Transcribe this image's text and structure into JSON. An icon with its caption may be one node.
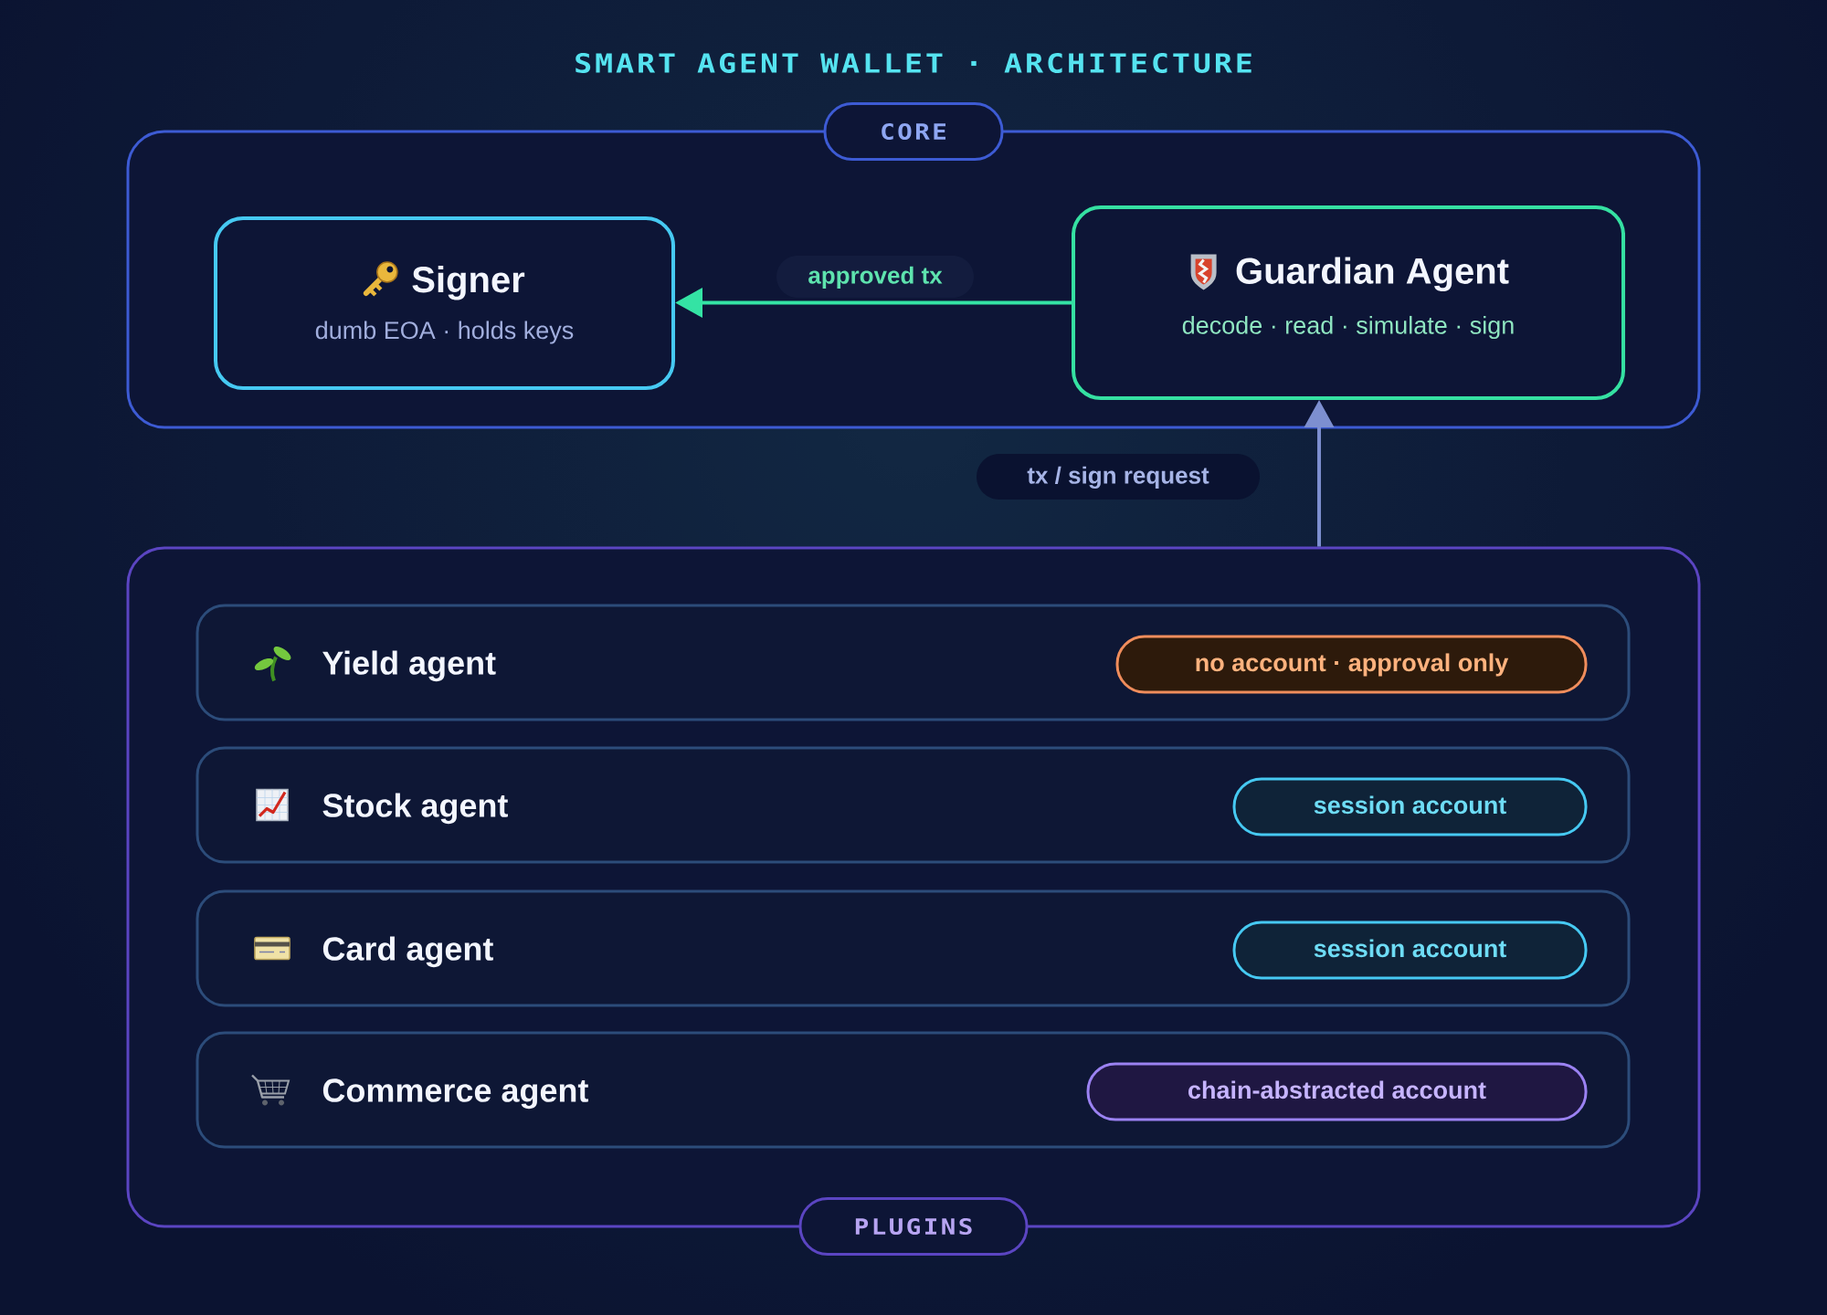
{
  "diagram": {
    "title": "SMART AGENT WALLET · ARCHITECTURE",
    "nodes": [
      {
        "text": [
          "CORE"
        ]
      },
      {
        "text": [
          "Signer",
          "dumb EOA · holds keys"
        ],
        "in": 0
      },
      {
        "text": [
          "Guardian Agent",
          "decode · read · simulate · sign"
        ],
        "in": 0
      },
      {
        "text": [
          "PLUGINS"
        ]
      },
      {
        "text": [
          "Yield agent"
        ],
        "in": 3
      },
      {
        "text": [
          "no account · approval only"
        ],
        "in": 4
      },
      {
        "text": [
          "Stock agent"
        ],
        "in": 3
      },
      {
        "text": [
          "session account"
        ],
        "in": 6
      },
      {
        "text": [
          "Card agent"
        ],
        "in": 3
      },
      {
        "text": [
          "session account"
        ],
        "in": 8
      },
      {
        "text": [
          "Commerce agent"
        ],
        "in": 3
      },
      {
        "text": [
          "chain-abstracted account"
        ],
        "in": 10
      }
    ],
    "edges": [
      {
        "from": 2,
        "to": 1,
        "arrow": "to",
        "label": "approved tx",
        "color": "#34e3a4"
      },
      {
        "from": 3,
        "to": 2,
        "arrow": "to",
        "label": "tx / sign request",
        "color": "#7d8fd0"
      }
    ]
  }
}
